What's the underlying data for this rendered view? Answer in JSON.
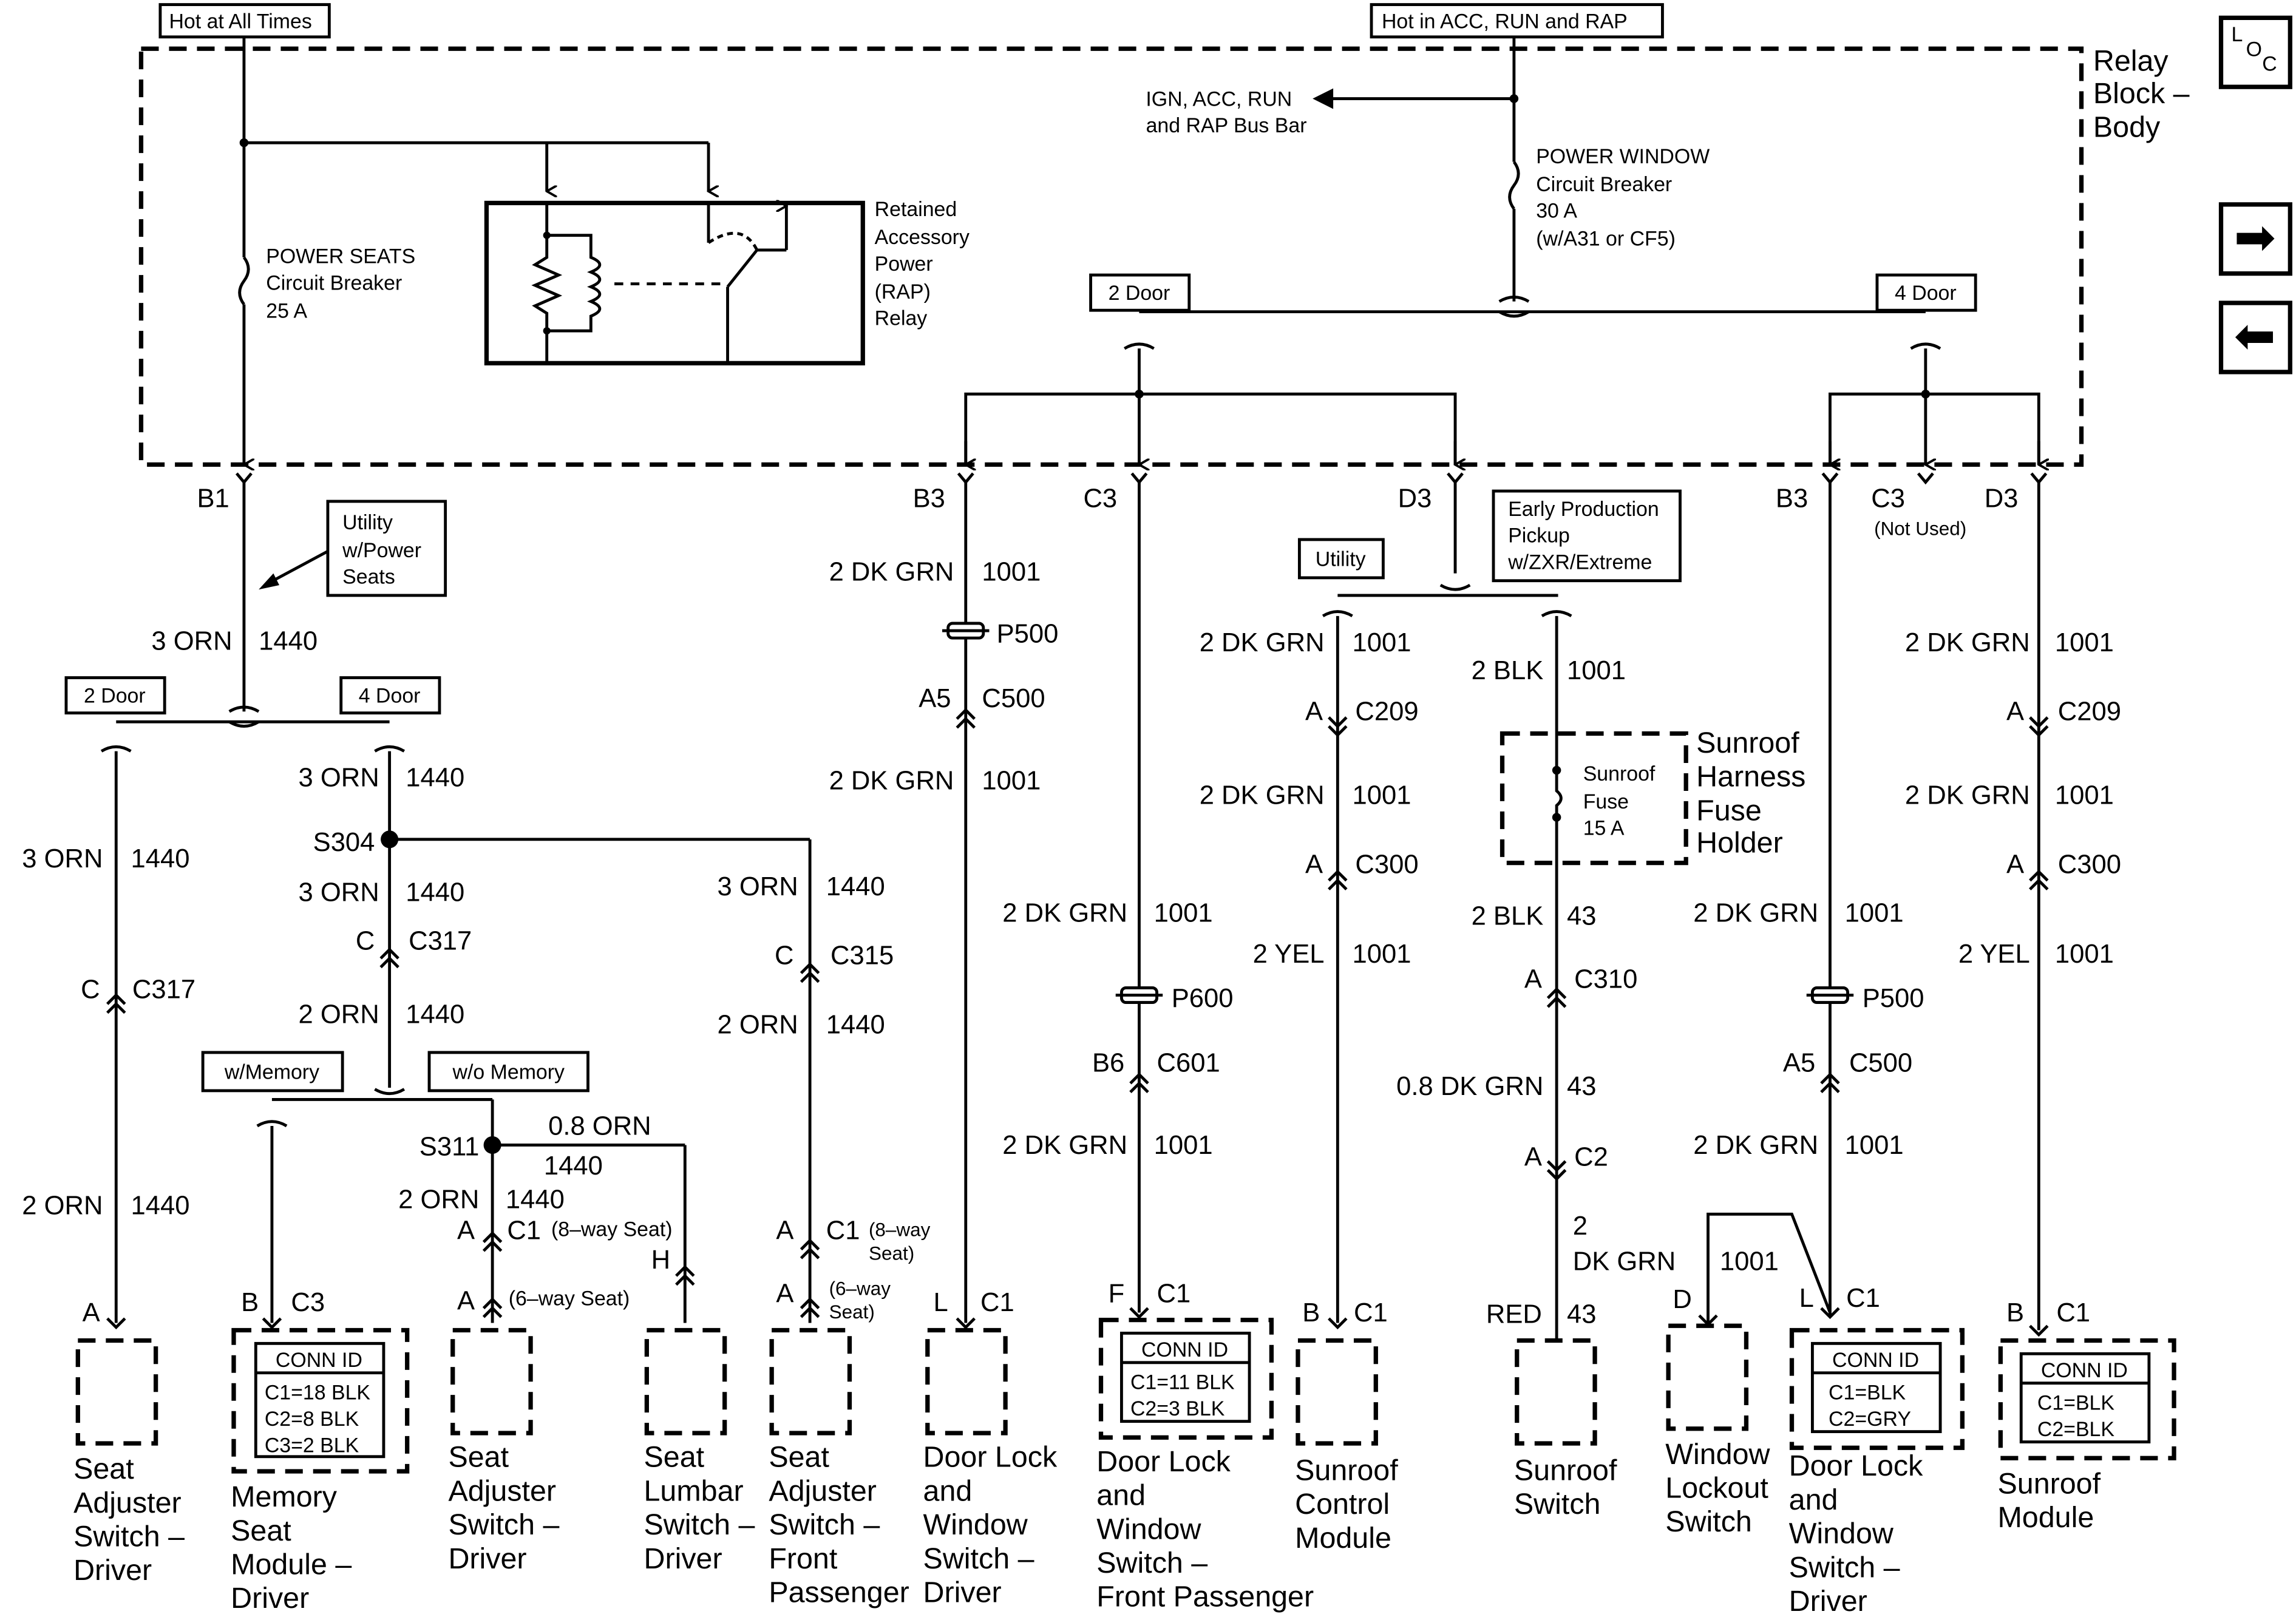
{
  "power": {
    "hot_all_times": "Hot at All Times",
    "hot_acc": "Hot in ACC, RUN and RAP"
  },
  "relay_block": {
    "l1": "Relay",
    "l2": "Block –",
    "l3": "Body"
  },
  "bus_bar": {
    "l1": "IGN, ACC, RUN",
    "l2": "and RAP Bus Bar"
  },
  "power_seats_cb": {
    "l1": "POWER SEATS",
    "l2": "Circuit Breaker",
    "l3": "25 A"
  },
  "power_window_cb": {
    "l1": "POWER WINDOW",
    "l2": "Circuit Breaker",
    "l3": "30 A",
    "l4": "(w/A31 or CF5)"
  },
  "rap_relay": {
    "l1": "Retained",
    "l2": "Accessory",
    "l3": "Power",
    "l4": "(RAP)",
    "l5": "Relay"
  },
  "options": {
    "two_door": "2 Door",
    "four_door": "4 Door",
    "utility": "Utility",
    "utility_power_seats": {
      "l1": "Utility",
      "l2": "w/Power",
      "l3": "Seats"
    },
    "w_memory": "w/Memory",
    "wo_memory": "w/o Memory",
    "early_prod": {
      "l1": "Early Production",
      "l2": "Pickup",
      "l3": "w/ZXR/Extreme"
    }
  },
  "pins": {
    "b1": "B1",
    "b3": "B3",
    "c3": "C3",
    "d3": "D3",
    "not_used": "(Not Used)"
  },
  "wires": {
    "orn3": "3 ORN",
    "orn2": "2 ORN",
    "orn08": "0.8 ORN",
    "n1440": "1440",
    "dkgrn2": "2 DK GRN",
    "n1001": "1001",
    "yel2": "2 YEL",
    "blk2": "2 BLK",
    "n43": "43",
    "dkgrn08": "0.8 DK GRN",
    "two": "2",
    "dkgrn": "DK GRN",
    "red": "RED"
  },
  "connectors": {
    "p500": "P500",
    "p600": "P600",
    "c500": "C500",
    "c601": "C601",
    "c317": "C317",
    "c315": "C315",
    "c209": "C209",
    "c300": "C300",
    "c310": "C310",
    "c2": "C2",
    "c1": "C1",
    "c3": "C3",
    "s304": "S304",
    "s311": "S311",
    "a": "A",
    "a5": "A5",
    "b": "B",
    "b6": "B6",
    "c": "C",
    "d": "D",
    "f": "F",
    "h": "H",
    "l": "L"
  },
  "seat_notes": {
    "way8a": "(8–way",
    "way8b": "Seat)",
    "way8": "(8–way Seat)",
    "way6": "(6–way Seat)",
    "way6a": "(6–way",
    "way6b": "Seat)"
  },
  "sunroof_fuse": {
    "l1": "Sunroof",
    "l2": "Fuse",
    "l3": "15 A",
    "h1": "Sunroof",
    "h2": "Harness",
    "h3": "Fuse",
    "h4": "Holder"
  },
  "conn_id": {
    "title": "CONN ID",
    "memory": [
      "C1=18 BLK",
      "C2=8 BLK",
      "C3=2 BLK"
    ],
    "fp_door": [
      "C1=11 BLK",
      "C2=3 BLK"
    ],
    "blk_gry": [
      "C1=BLK",
      "C2=GRY"
    ],
    "blk_blk": [
      "C1=BLK",
      "C2=BLK"
    ]
  },
  "components": {
    "seat_adj_driver": [
      "Seat",
      "Adjuster",
      "Switch –",
      "Driver"
    ],
    "memory_seat": [
      "Memory",
      "Seat",
      "Module –",
      "Driver"
    ],
    "seat_adj_driver2": [
      "Seat",
      "Adjuster",
      "Switch –",
      "Driver"
    ],
    "seat_lumbar": [
      "Seat",
      "Lumbar",
      "Switch –",
      "Driver"
    ],
    "seat_adj_fp": [
      "Seat",
      "Adjuster",
      "Switch –",
      "Front",
      "Passenger"
    ],
    "door_lock_driver": [
      "Door Lock",
      "and",
      "Window",
      "Switch –",
      "Driver"
    ],
    "door_lock_fp": [
      "Door Lock",
      "and",
      "Window",
      "Switch –",
      "Front Passenger"
    ],
    "sunroof_control": [
      "Sunroof",
      "Control",
      "Module"
    ],
    "sunroof_switch": [
      "Sunroof",
      "Switch"
    ],
    "window_lockout": [
      "Window",
      "Lockout",
      "Switch"
    ],
    "door_lock_driver2": [
      "Door Lock",
      "and",
      "Window",
      "Switch –",
      "Driver"
    ],
    "sunroof_module": [
      "Sunroof",
      "Module"
    ]
  },
  "nav": {
    "loc_l": "L",
    "loc_o": "O",
    "loc_c": "C",
    "forward": "➡",
    "back": "⬅"
  }
}
